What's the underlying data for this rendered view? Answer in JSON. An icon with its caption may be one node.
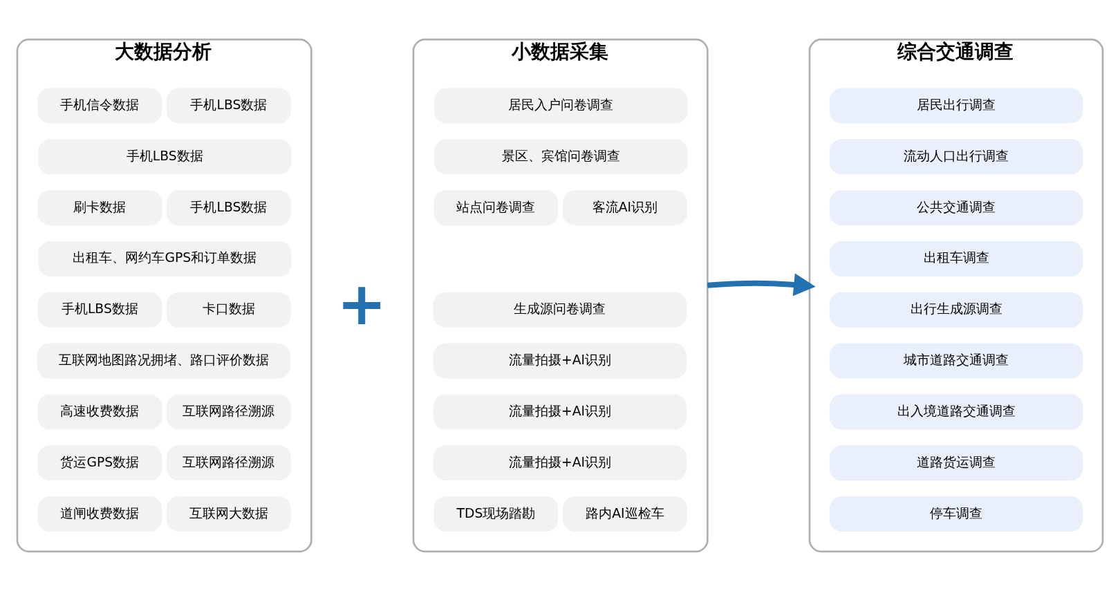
{
  "diagram": {
    "nodes": [
      {
        "text": [
          "大数据分析"
        ]
      },
      {
        "text": [
          "手机信令数据"
        ],
        "in": 0
      },
      {
        "text": [
          "手机LBS数据"
        ],
        "in": 0
      },
      {
        "text": [
          "手机LBS数据"
        ],
        "in": 0
      },
      {
        "text": [
          "刷卡数据"
        ],
        "in": 0
      },
      {
        "text": [
          "手机LBS数据"
        ],
        "in": 0
      },
      {
        "text": [
          "出租车、网约车GPS和订单数据"
        ],
        "in": 0
      },
      {
        "text": [
          "手机LBS数据"
        ],
        "in": 0
      },
      {
        "text": [
          "卡口数据"
        ],
        "in": 0
      },
      {
        "text": [
          "互联网地图路况拥堵、路口评价数据"
        ],
        "in": 0
      },
      {
        "text": [
          "高速收费数据"
        ],
        "in": 0
      },
      {
        "text": [
          "互联网路径溯源"
        ],
        "in": 0
      },
      {
        "text": [
          "货运GPS数据"
        ],
        "in": 0
      },
      {
        "text": [
          "互联网路径溯源"
        ],
        "in": 0
      },
      {
        "text": [
          "道闸收费数据"
        ],
        "in": 0
      },
      {
        "text": [
          "互联网大数据"
        ],
        "in": 0
      },
      {
        "text": [
          "小数据采集"
        ]
      },
      {
        "text": [
          "居民入户问卷调查"
        ],
        "in": 16
      },
      {
        "text": [
          "景区、宾馆问卷调查"
        ],
        "in": 16
      },
      {
        "text": [
          "站点问卷调查"
        ],
        "in": 16
      },
      {
        "text": [
          "客流AI识别"
        ],
        "in": 16
      },
      {
        "text": [
          "生成源问卷调查"
        ],
        "in": 16
      },
      {
        "text": [
          "流量拍摄+AI识别"
        ],
        "in": 16
      },
      {
        "text": [
          "流量拍摄+AI识别"
        ],
        "in": 16
      },
      {
        "text": [
          "流量拍摄+AI识别"
        ],
        "in": 16
      },
      {
        "text": [
          "TDS现场踏勘"
        ],
        "in": 16
      },
      {
        "text": [
          "路内AI巡检车"
        ],
        "in": 16
      },
      {
        "text": [
          "综合交通调查"
        ]
      },
      {
        "text": [
          "居民出行调查"
        ],
        "in": 27
      },
      {
        "text": [
          "流动人口出行调查"
        ],
        "in": 27
      },
      {
        "text": [
          "公共交通调查"
        ],
        "in": 27
      },
      {
        "text": [
          "出租车调查"
        ],
        "in": 27
      },
      {
        "text": [
          "出行生成源调查"
        ],
        "in": 27
      },
      {
        "text": [
          "城市道路交通调查"
        ],
        "in": 27
      },
      {
        "text": [
          "出入境道路交通调查"
        ],
        "in": 27
      },
      {
        "text": [
          "道路货运调查"
        ],
        "in": 27
      },
      {
        "text": [
          "停车调查"
        ],
        "in": 27
      }
    ],
    "edges": [
      {
        "from": 16,
        "to": 27,
        "arrow": "to",
        "color": "#2371b0"
      }
    ],
    "labels": [
      "+"
    ]
  }
}
